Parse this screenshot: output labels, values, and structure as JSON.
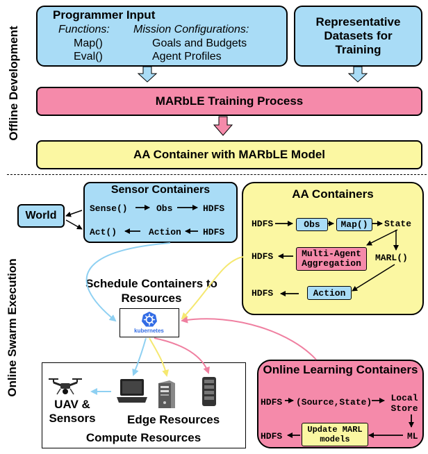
{
  "offline": {
    "section_label": "Offline Development",
    "programmer_input": {
      "title": "Programmer Input",
      "functions_header": "Functions:",
      "function_items": [
        "Map()",
        "Eval()"
      ],
      "missions_header": "Mission Configurations:",
      "mission_items": [
        "Goals and Budgets",
        "Agent Profiles"
      ]
    },
    "datasets": "Representative Datasets for Training",
    "training": "MARbLE Training Process",
    "aa_container": "AA Container with MARbLE Model"
  },
  "online": {
    "section_label": "Online Swarm Execution",
    "world": "World",
    "sensor": {
      "title": "Sensor Containers",
      "row1": [
        "Sense()",
        "Obs",
        "HDFS"
      ],
      "row2": [
        "Act()",
        "Action",
        "HDFS"
      ]
    },
    "aa": {
      "title": "AA Containers",
      "hdfs": "HDFS",
      "obs": "Obs",
      "map": "Map()",
      "state": "State",
      "aggregation": "Multi-Agent Aggregation",
      "marl": "MARL()",
      "action": "Action"
    },
    "schedule": "Schedule Containers to Resources",
    "kubernetes": "kubernetes",
    "compute": {
      "title": "Compute Resources",
      "uav": "UAV & Sensors",
      "edge": "Edge Resources"
    },
    "online_learning": {
      "title": "Online Learning Containers",
      "hdfs": "HDFS",
      "source_state": "(Source,State)",
      "local_store": "Local Store",
      "update": "Update MARL models",
      "ml": "ML"
    }
  },
  "colors": {
    "blue": "#a9dcf6",
    "pink": "#f58aaa",
    "yellow": "#fbf7a2",
    "kubernetes": "#326ce5"
  },
  "icons": [
    "drone-icon",
    "laptop-icon",
    "server-tower-icon",
    "server-rack-icon",
    "kubernetes-logo-icon"
  ]
}
